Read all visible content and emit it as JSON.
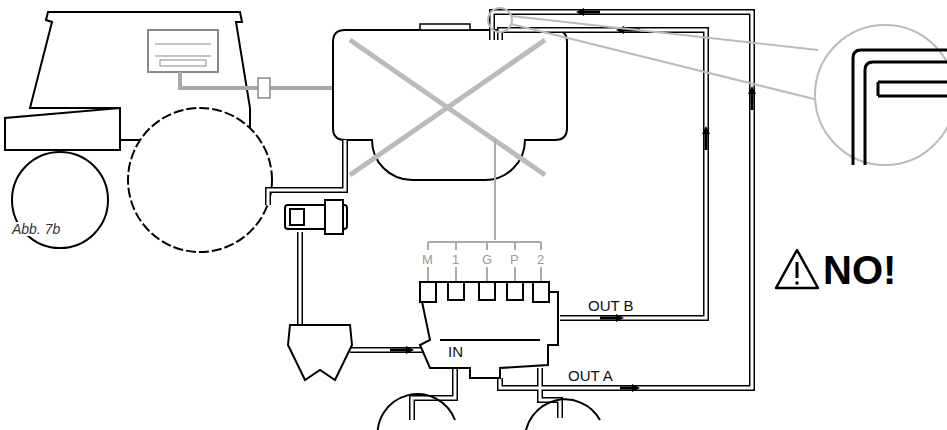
{
  "diagram": {
    "nodes": [
      {
        "text": [
          "IN"
        ]
      }
    ],
    "labels": [
      "Abb. 7b",
      "M",
      "1",
      "G",
      "P",
      "2",
      "OUT B",
      "OUT A",
      "NO!"
    ]
  }
}
